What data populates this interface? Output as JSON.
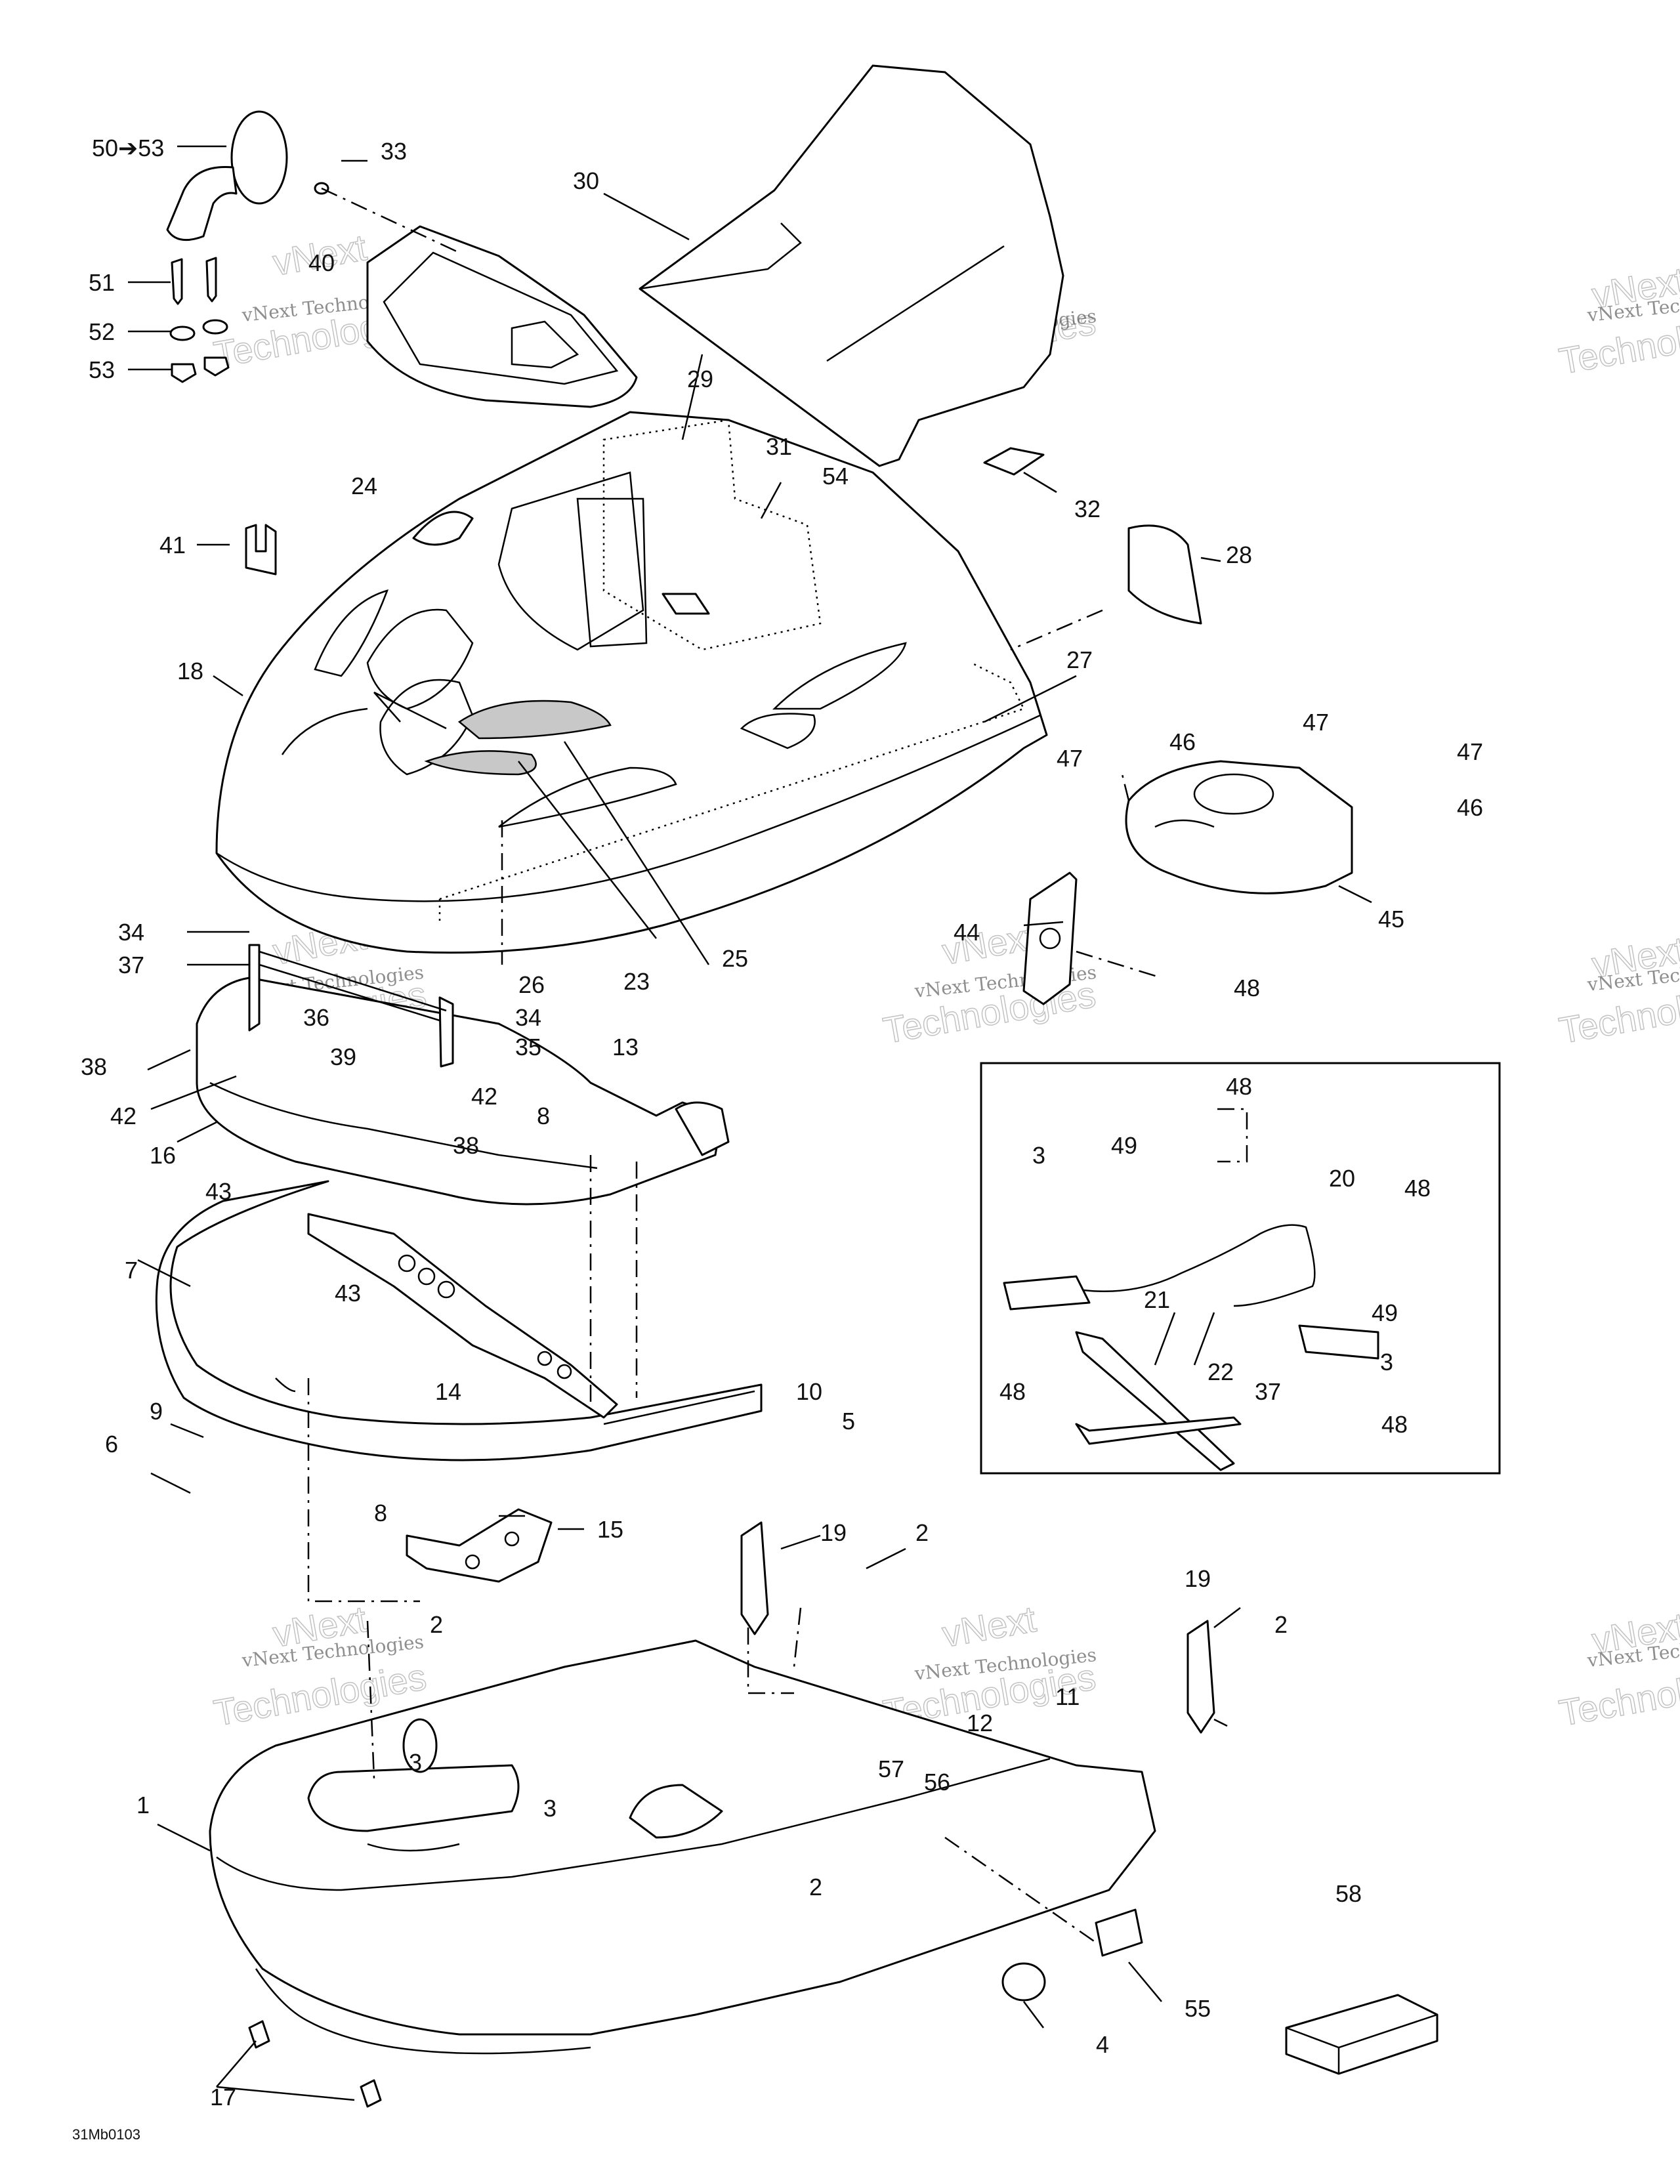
{
  "diagram_code": "31Mb0103",
  "watermark": {
    "line_small": "vNext Technologies",
    "brand_a": "vNext",
    "brand_b": "Technologies"
  },
  "callouts": {
    "c50_53": "50➔53",
    "c51": "51",
    "c52": "52",
    "c53": "53",
    "c33": "33",
    "c40": "40",
    "c30": "30",
    "c29": "29",
    "c31": "31",
    "c54": "54",
    "c32": "32",
    "c24": "24",
    "c41": "41",
    "c28": "28",
    "c18": "18",
    "c27": "27",
    "c47a": "47",
    "c46a": "46",
    "c47b": "47",
    "c47c": "47",
    "c46b": "46",
    "c45": "45",
    "c44": "44",
    "c48a": "48",
    "c34a": "34",
    "c37a": "37",
    "c26": "26",
    "c23": "23",
    "c25": "25",
    "c36": "36",
    "c34b": "34",
    "c35": "35",
    "c38a": "38",
    "c39": "39",
    "c42a": "42",
    "c42b": "42",
    "c13": "13",
    "c16": "16",
    "c43a": "43",
    "c8a": "8",
    "c38b": "38",
    "c7": "7",
    "c43b": "43",
    "c14": "14",
    "c9": "9",
    "c10": "10",
    "c6": "6",
    "c5": "5",
    "c8b": "8",
    "c15": "15",
    "c19a": "19",
    "c2a": "2",
    "c2b": "2",
    "c19b": "19",
    "c2c": "2",
    "c1": "1",
    "c3a": "3",
    "c3b": "3",
    "c12": "12",
    "c11": "11",
    "c57": "57",
    "c56": "56",
    "c2d": "2",
    "c58": "58",
    "c55": "55",
    "c4": "4",
    "c17": "17",
    "i48a": "48",
    "i3a": "3",
    "i49a": "49",
    "i20": "20",
    "i48b": "48",
    "i49b": "49",
    "i21": "21",
    "i22": "22",
    "i37": "37",
    "i3b": "3",
    "i48c": "48",
    "i48d": "48"
  }
}
